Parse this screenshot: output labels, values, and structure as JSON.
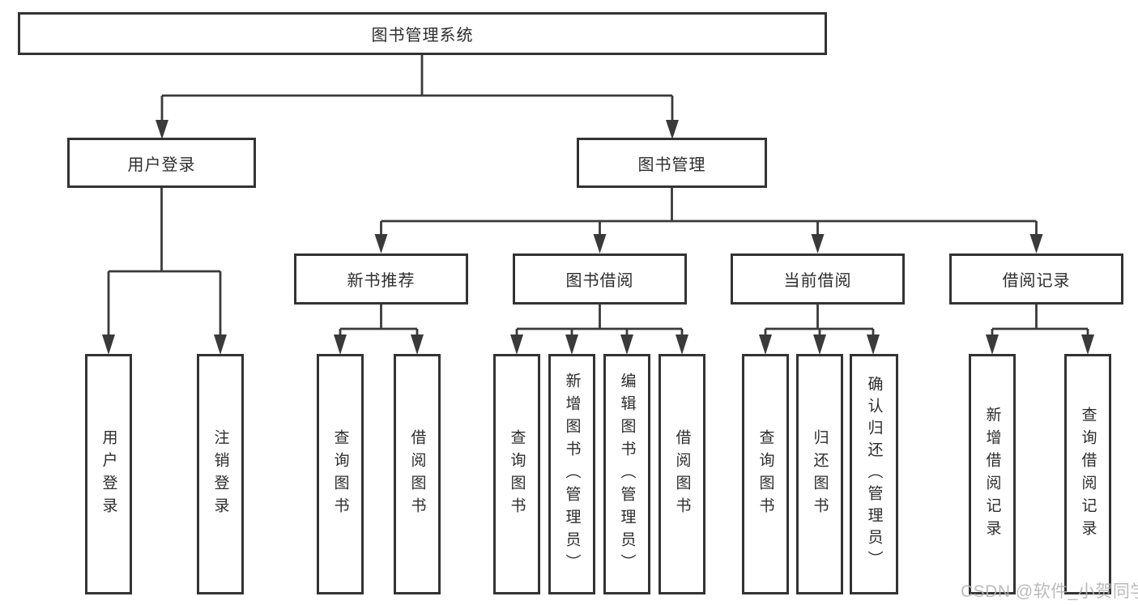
{
  "colors": {
    "background": "#ffffff",
    "box_border": "#333333",
    "connector": "#3a3a3a",
    "text": "#2d2d2f",
    "watermark": "#b2b2b2"
  },
  "watermark": {
    "text": "CSDN @软件_小贺同学"
  },
  "tree": {
    "root": {
      "label": "图书管理系统"
    },
    "branches": [
      {
        "label": "用户登录",
        "children": [
          {
            "label": "用户登录"
          },
          {
            "label": "注销登录"
          }
        ]
      },
      {
        "label": "图书管理",
        "children": [
          {
            "label": "新书推荐",
            "children": [
              {
                "label": "查询图书"
              },
              {
                "label": "借阅图书"
              }
            ]
          },
          {
            "label": "图书借阅",
            "children": [
              {
                "label": "查询图书"
              },
              {
                "label": "新增图书（管理员）"
              },
              {
                "label": "编辑图书（管理员）"
              },
              {
                "label": "借阅图书"
              }
            ]
          },
          {
            "label": "当前借阅",
            "children": [
              {
                "label": "查询图书"
              },
              {
                "label": "归还图书"
              },
              {
                "label": "确认归还（管理员）"
              }
            ]
          },
          {
            "label": "借阅记录",
            "children": [
              {
                "label": "新增借阅记录"
              },
              {
                "label": "查询借阅记录"
              }
            ]
          }
        ]
      }
    ]
  }
}
